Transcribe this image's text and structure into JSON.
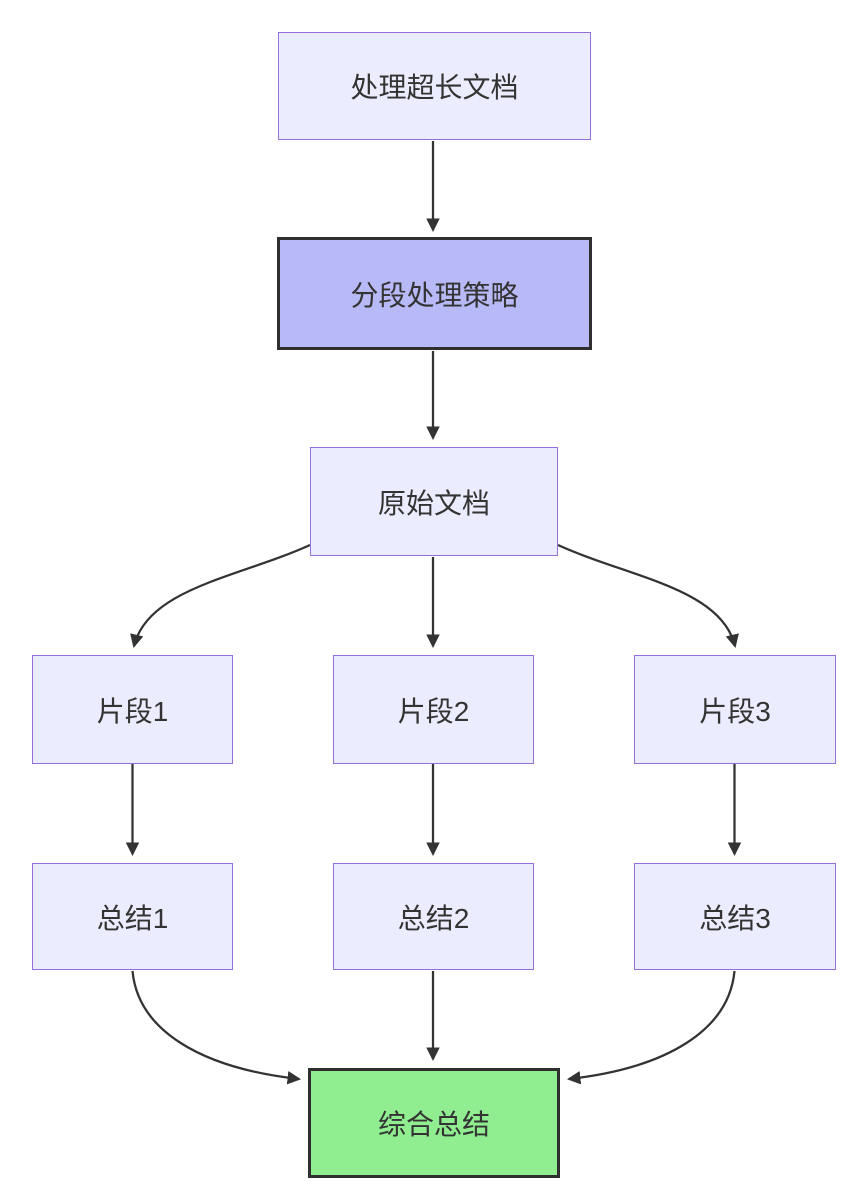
{
  "diagram": {
    "type": "flowchart",
    "direction": "top-down",
    "nodes": [
      {
        "id": "start",
        "label": "处理超长文档",
        "style": "default"
      },
      {
        "id": "strategy",
        "label": "分段处理策略",
        "style": "emphasis"
      },
      {
        "id": "doc",
        "label": "原始文档",
        "style": "default"
      },
      {
        "id": "frag1",
        "label": "片段1",
        "style": "default"
      },
      {
        "id": "frag2",
        "label": "片段2",
        "style": "default"
      },
      {
        "id": "frag3",
        "label": "片段3",
        "style": "default"
      },
      {
        "id": "sum1",
        "label": "总结1",
        "style": "default"
      },
      {
        "id": "sum2",
        "label": "总结2",
        "style": "default"
      },
      {
        "id": "sum3",
        "label": "总结3",
        "style": "default"
      },
      {
        "id": "final",
        "label": "综合总结",
        "style": "result"
      }
    ],
    "edges": [
      {
        "from": "start",
        "to": "strategy"
      },
      {
        "from": "strategy",
        "to": "doc"
      },
      {
        "from": "doc",
        "to": "frag1"
      },
      {
        "from": "doc",
        "to": "frag2"
      },
      {
        "from": "doc",
        "to": "frag3"
      },
      {
        "from": "frag1",
        "to": "sum1"
      },
      {
        "from": "frag2",
        "to": "sum2"
      },
      {
        "from": "frag3",
        "to": "sum3"
      },
      {
        "from": "sum1",
        "to": "final"
      },
      {
        "from": "sum2",
        "to": "final"
      },
      {
        "from": "sum3",
        "to": "final"
      }
    ],
    "colors": {
      "background": "#FFFFFF",
      "node_fill": "#ECECFF",
      "node_border": "#9370DB",
      "emphasis_fill": "#B7BAF6",
      "emphasis_border": "#2F2F2F",
      "result_fill": "#90EE90",
      "result_border": "#2F2F2F",
      "edge_color": "#333333",
      "text_color": "#333333"
    }
  }
}
